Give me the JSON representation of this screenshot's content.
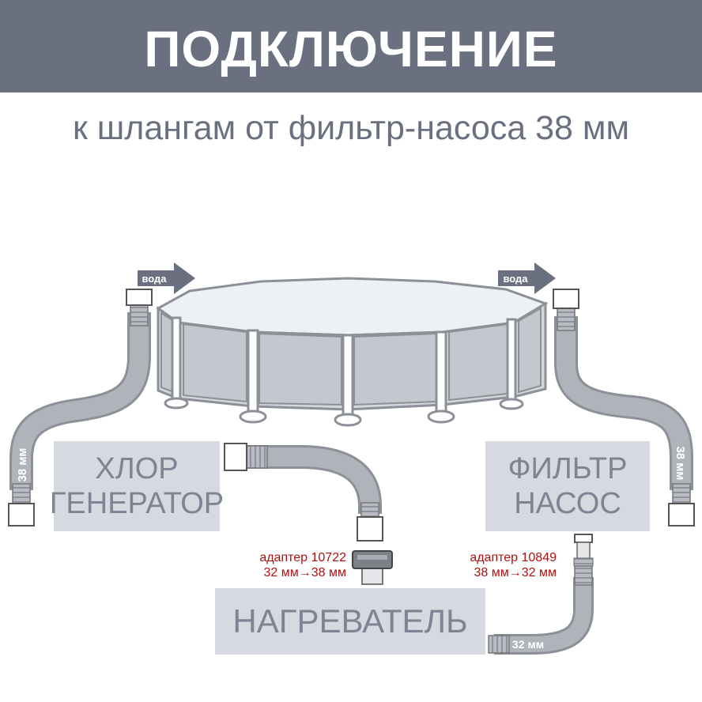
{
  "header": {
    "title": "ПОДКЛЮЧЕНИЕ",
    "subtitle": "к шлангам от фильтр-насоса 38 мм"
  },
  "flow": {
    "left_label": "вода",
    "right_label": "вода"
  },
  "hoses": {
    "left_size": "38 мм",
    "right_size": "38 мм",
    "bottom_size": "32 мм"
  },
  "boxes": {
    "chlorinator": {
      "line1": "ХЛОР",
      "line2": "ГЕНЕРАТОР"
    },
    "filter": {
      "line1": "ФИЛЬТР",
      "line2": "НАСОС"
    },
    "heater": {
      "label": "НАГРЕВАТЕЛЬ"
    }
  },
  "adapters": {
    "a10722": {
      "name": "адаптер 10722",
      "spec": "32 мм→38 мм"
    },
    "a10849": {
      "name": "адаптер 10849",
      "spec": "38 мм→32 мм"
    }
  },
  "colors": {
    "header_bg": "#6b7080",
    "box_bg": "#d6d9df",
    "box_text": "#7e8493",
    "hose_fill": "#b0b3b9",
    "adapter_text": "#b01010"
  }
}
